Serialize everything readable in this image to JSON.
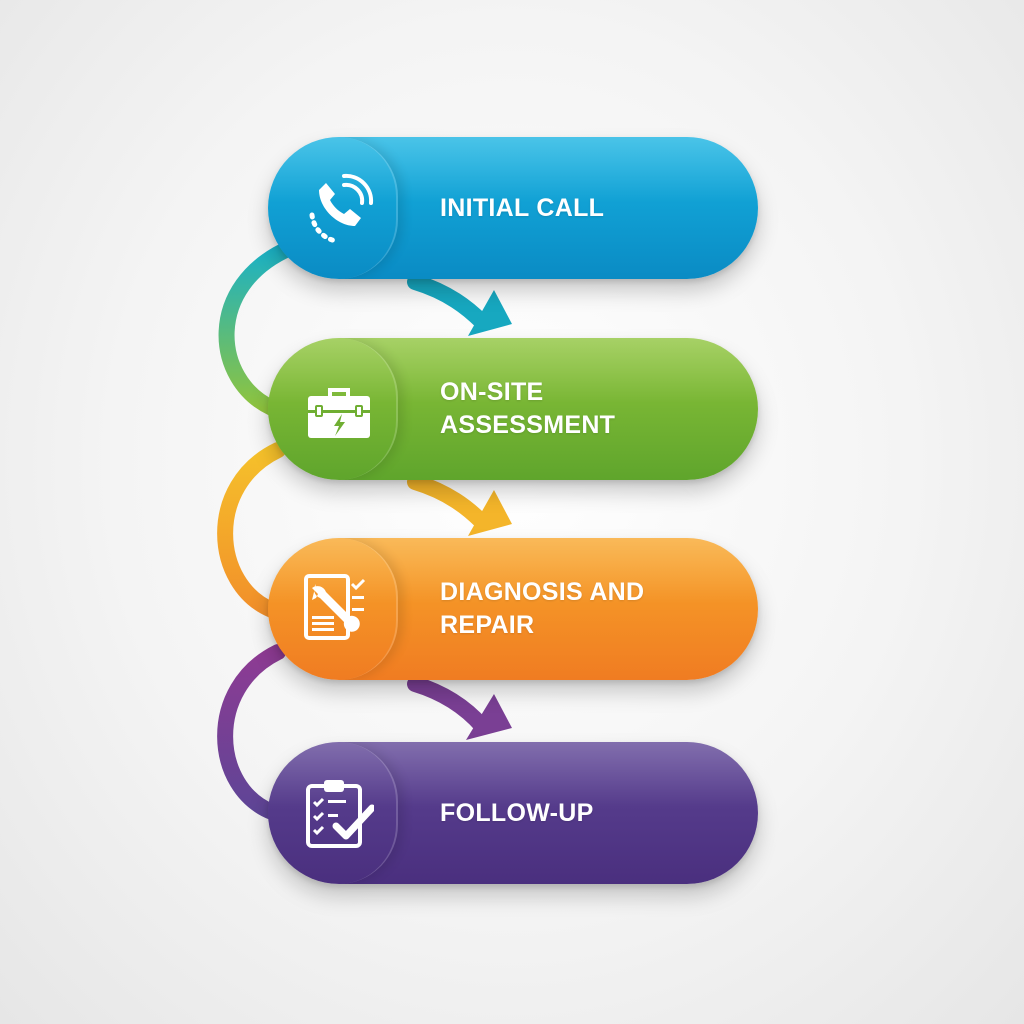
{
  "steps": [
    {
      "label": "INITIAL CALL",
      "icon": "phone-icon",
      "color": "#0f9ed4"
    },
    {
      "label": "ON-SITE\nASSESSMENT",
      "icon": "toolbox-icon",
      "color": "#75b535"
    },
    {
      "label": "DIAGNOSIS AND\nREPAIR",
      "icon": "wrench-checklist-icon",
      "color": "#f39226"
    },
    {
      "label": "FOLLOW-UP",
      "icon": "clipboard-check-icon",
      "color": "#553b8a"
    }
  ],
  "connector_colors": [
    [
      "#1ab1c6",
      "#8fc43e"
    ],
    [
      "#f5c12b",
      "#f2902a"
    ],
    [
      "#8e3b93",
      "#5e4596"
    ]
  ]
}
